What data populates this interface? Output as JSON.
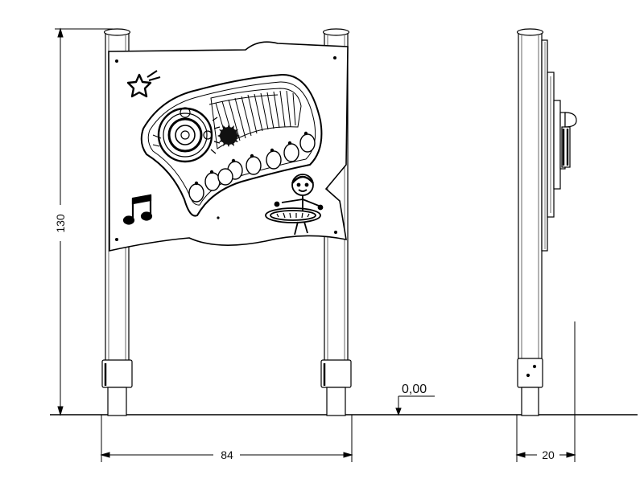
{
  "dimensions": {
    "height_label": "130",
    "width_label": "84",
    "depth_label": "20",
    "ground_level_label": "0,00"
  },
  "icons": {
    "star": "star-icon",
    "music_note": "music-note-icon",
    "character": "character-figure-icon"
  }
}
